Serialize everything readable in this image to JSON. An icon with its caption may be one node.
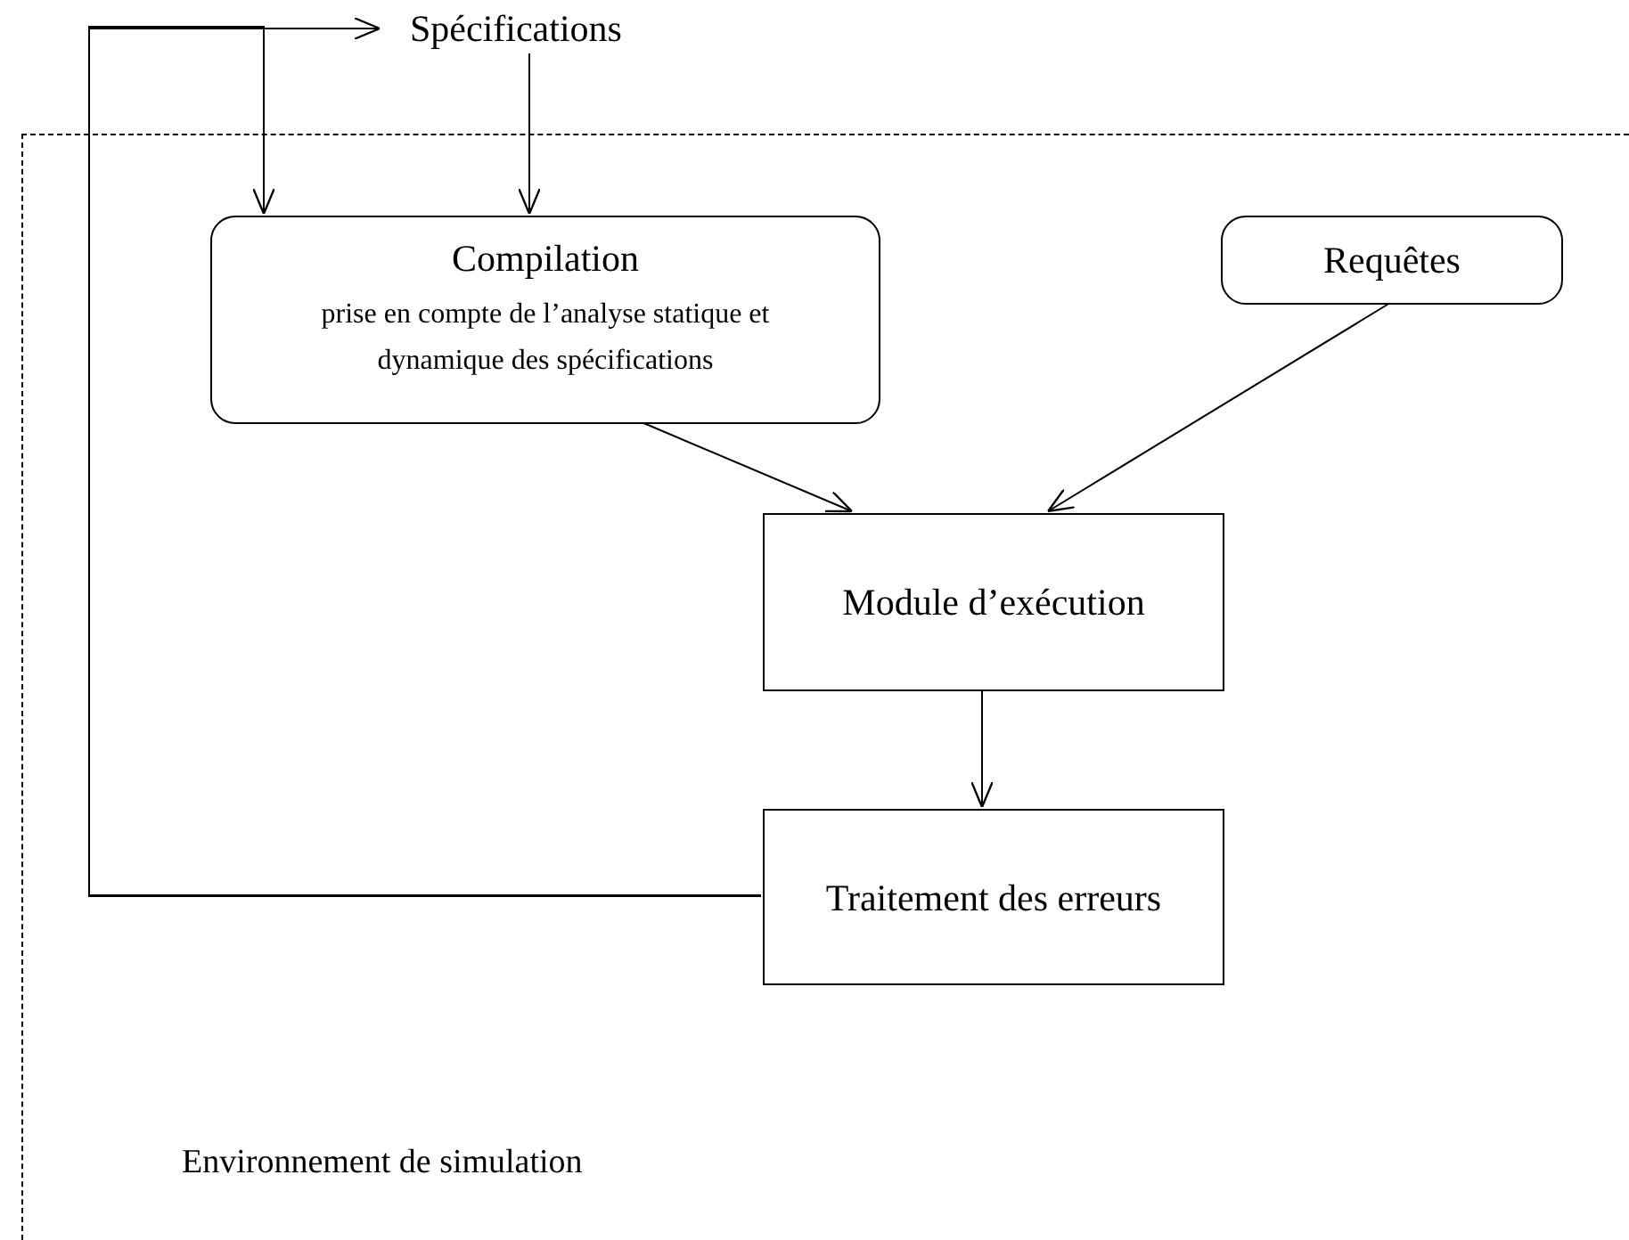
{
  "diagram": {
    "nodes": [
      {
        "text": [
          "Environnement de simulation"
        ]
      },
      {
        "text": [
          "Spécifications"
        ]
      },
      {
        "text": [
          "Compilation",
          "prise en compte de l’analyse statique et dynamique des spécifications"
        ],
        "in": 0
      },
      {
        "text": [
          "Requêtes"
        ],
        "in": 0
      },
      {
        "text": [
          "Module d’exécution"
        ],
        "in": 0
      },
      {
        "text": [
          "Traitement des erreurs"
        ],
        "in": 0
      }
    ],
    "edges": [
      {
        "from": 5,
        "to": 1,
        "arrow": "to"
      },
      {
        "from": 5,
        "to": 2,
        "arrow": "to"
      },
      {
        "from": 1,
        "to": 2,
        "arrow": "to"
      },
      {
        "from": 2,
        "to": 4,
        "arrow": "to"
      },
      {
        "from": 3,
        "to": 4,
        "arrow": "to"
      },
      {
        "from": 4,
        "to": 5,
        "arrow": "to"
      }
    ]
  }
}
